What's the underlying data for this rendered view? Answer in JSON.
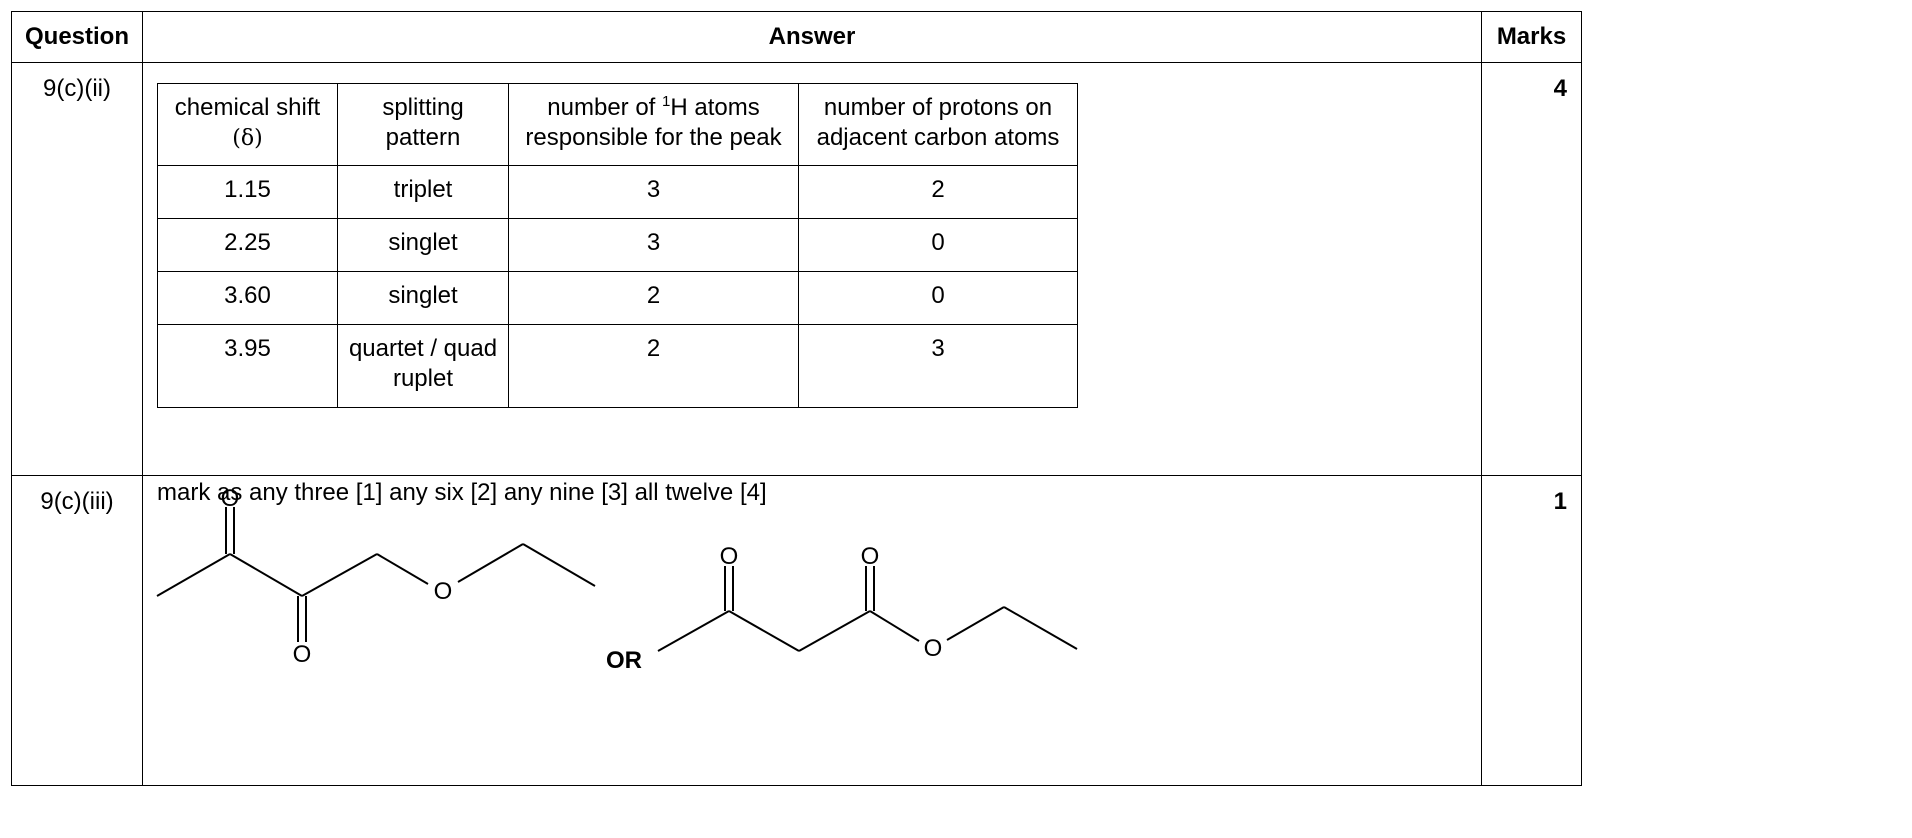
{
  "header": {
    "question": "Question",
    "answer": "Answer",
    "marks": "Marks"
  },
  "rows": [
    {
      "question": "9(c)(ii)",
      "marks": "4",
      "table": {
        "headers": [
          {
            "line1": "chemical shift",
            "line2": "(δ)"
          },
          {
            "line1": "splitting",
            "line2": "pattern"
          },
          {
            "line1_pre": "number of ",
            "line1_sup": "1",
            "line1_post": "H atoms",
            "line2": "responsible for the peak"
          },
          {
            "line1": "number of protons on",
            "line2": "adjacent carbon atoms"
          }
        ],
        "rows": [
          {
            "shift": "1.15",
            "pattern": "triplet",
            "pattern2": "",
            "h_atoms": "3",
            "adjacent": "2"
          },
          {
            "shift": "2.25",
            "pattern": "singlet",
            "pattern2": "",
            "h_atoms": "3",
            "adjacent": "0"
          },
          {
            "shift": "3.60",
            "pattern": "singlet",
            "pattern2": "",
            "h_atoms": "2",
            "adjacent": "0"
          },
          {
            "shift": "3.95",
            "pattern": "quartet / quad",
            "pattern2": "ruplet",
            "h_atoms": "2",
            "adjacent": "3"
          }
        ]
      },
      "note": "mark as any three [1] any six [2] any nine [3] all twelve [4]"
    },
    {
      "question": "9(c)(iii)",
      "marks": "1",
      "structures": {
        "oxygen_label": "O",
        "or_label": "OR"
      }
    }
  ]
}
